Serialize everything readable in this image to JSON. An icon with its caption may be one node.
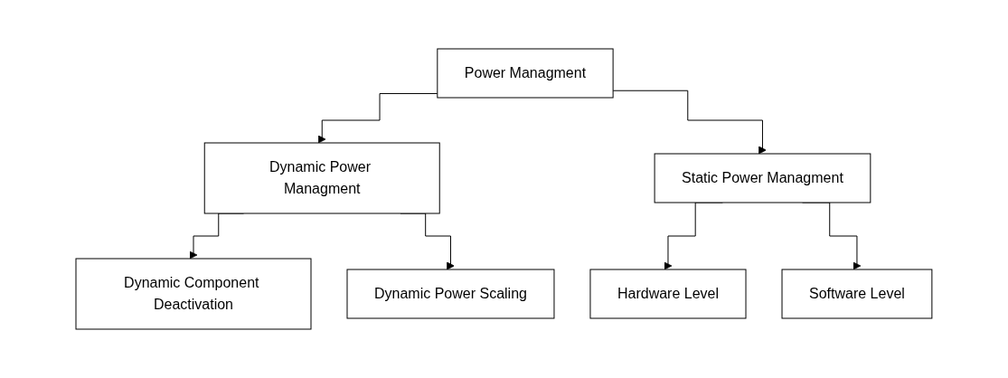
{
  "diagram": {
    "nodes": [
      {
        "text": [
          "Power Managment"
        ]
      },
      {
        "text": [
          "Dynamic Power Managment"
        ]
      },
      {
        "text": [
          "Static Power Managment"
        ]
      },
      {
        "text": [
          "Dynamic Component Deactivation"
        ]
      },
      {
        "text": [
          "Dynamic Power Scaling"
        ]
      },
      {
        "text": [
          "Hardware Level"
        ]
      },
      {
        "text": [
          "Software Level"
        ]
      }
    ],
    "edges": [
      {
        "from": 0,
        "to": 1,
        "arrow": "to"
      },
      {
        "from": 0,
        "to": 2,
        "arrow": "to"
      },
      {
        "from": 1,
        "to": 3,
        "arrow": "to"
      },
      {
        "from": 1,
        "to": 4,
        "arrow": "to"
      },
      {
        "from": 2,
        "to": 5,
        "arrow": "to"
      },
      {
        "from": 2,
        "to": 6,
        "arrow": "to"
      }
    ]
  }
}
